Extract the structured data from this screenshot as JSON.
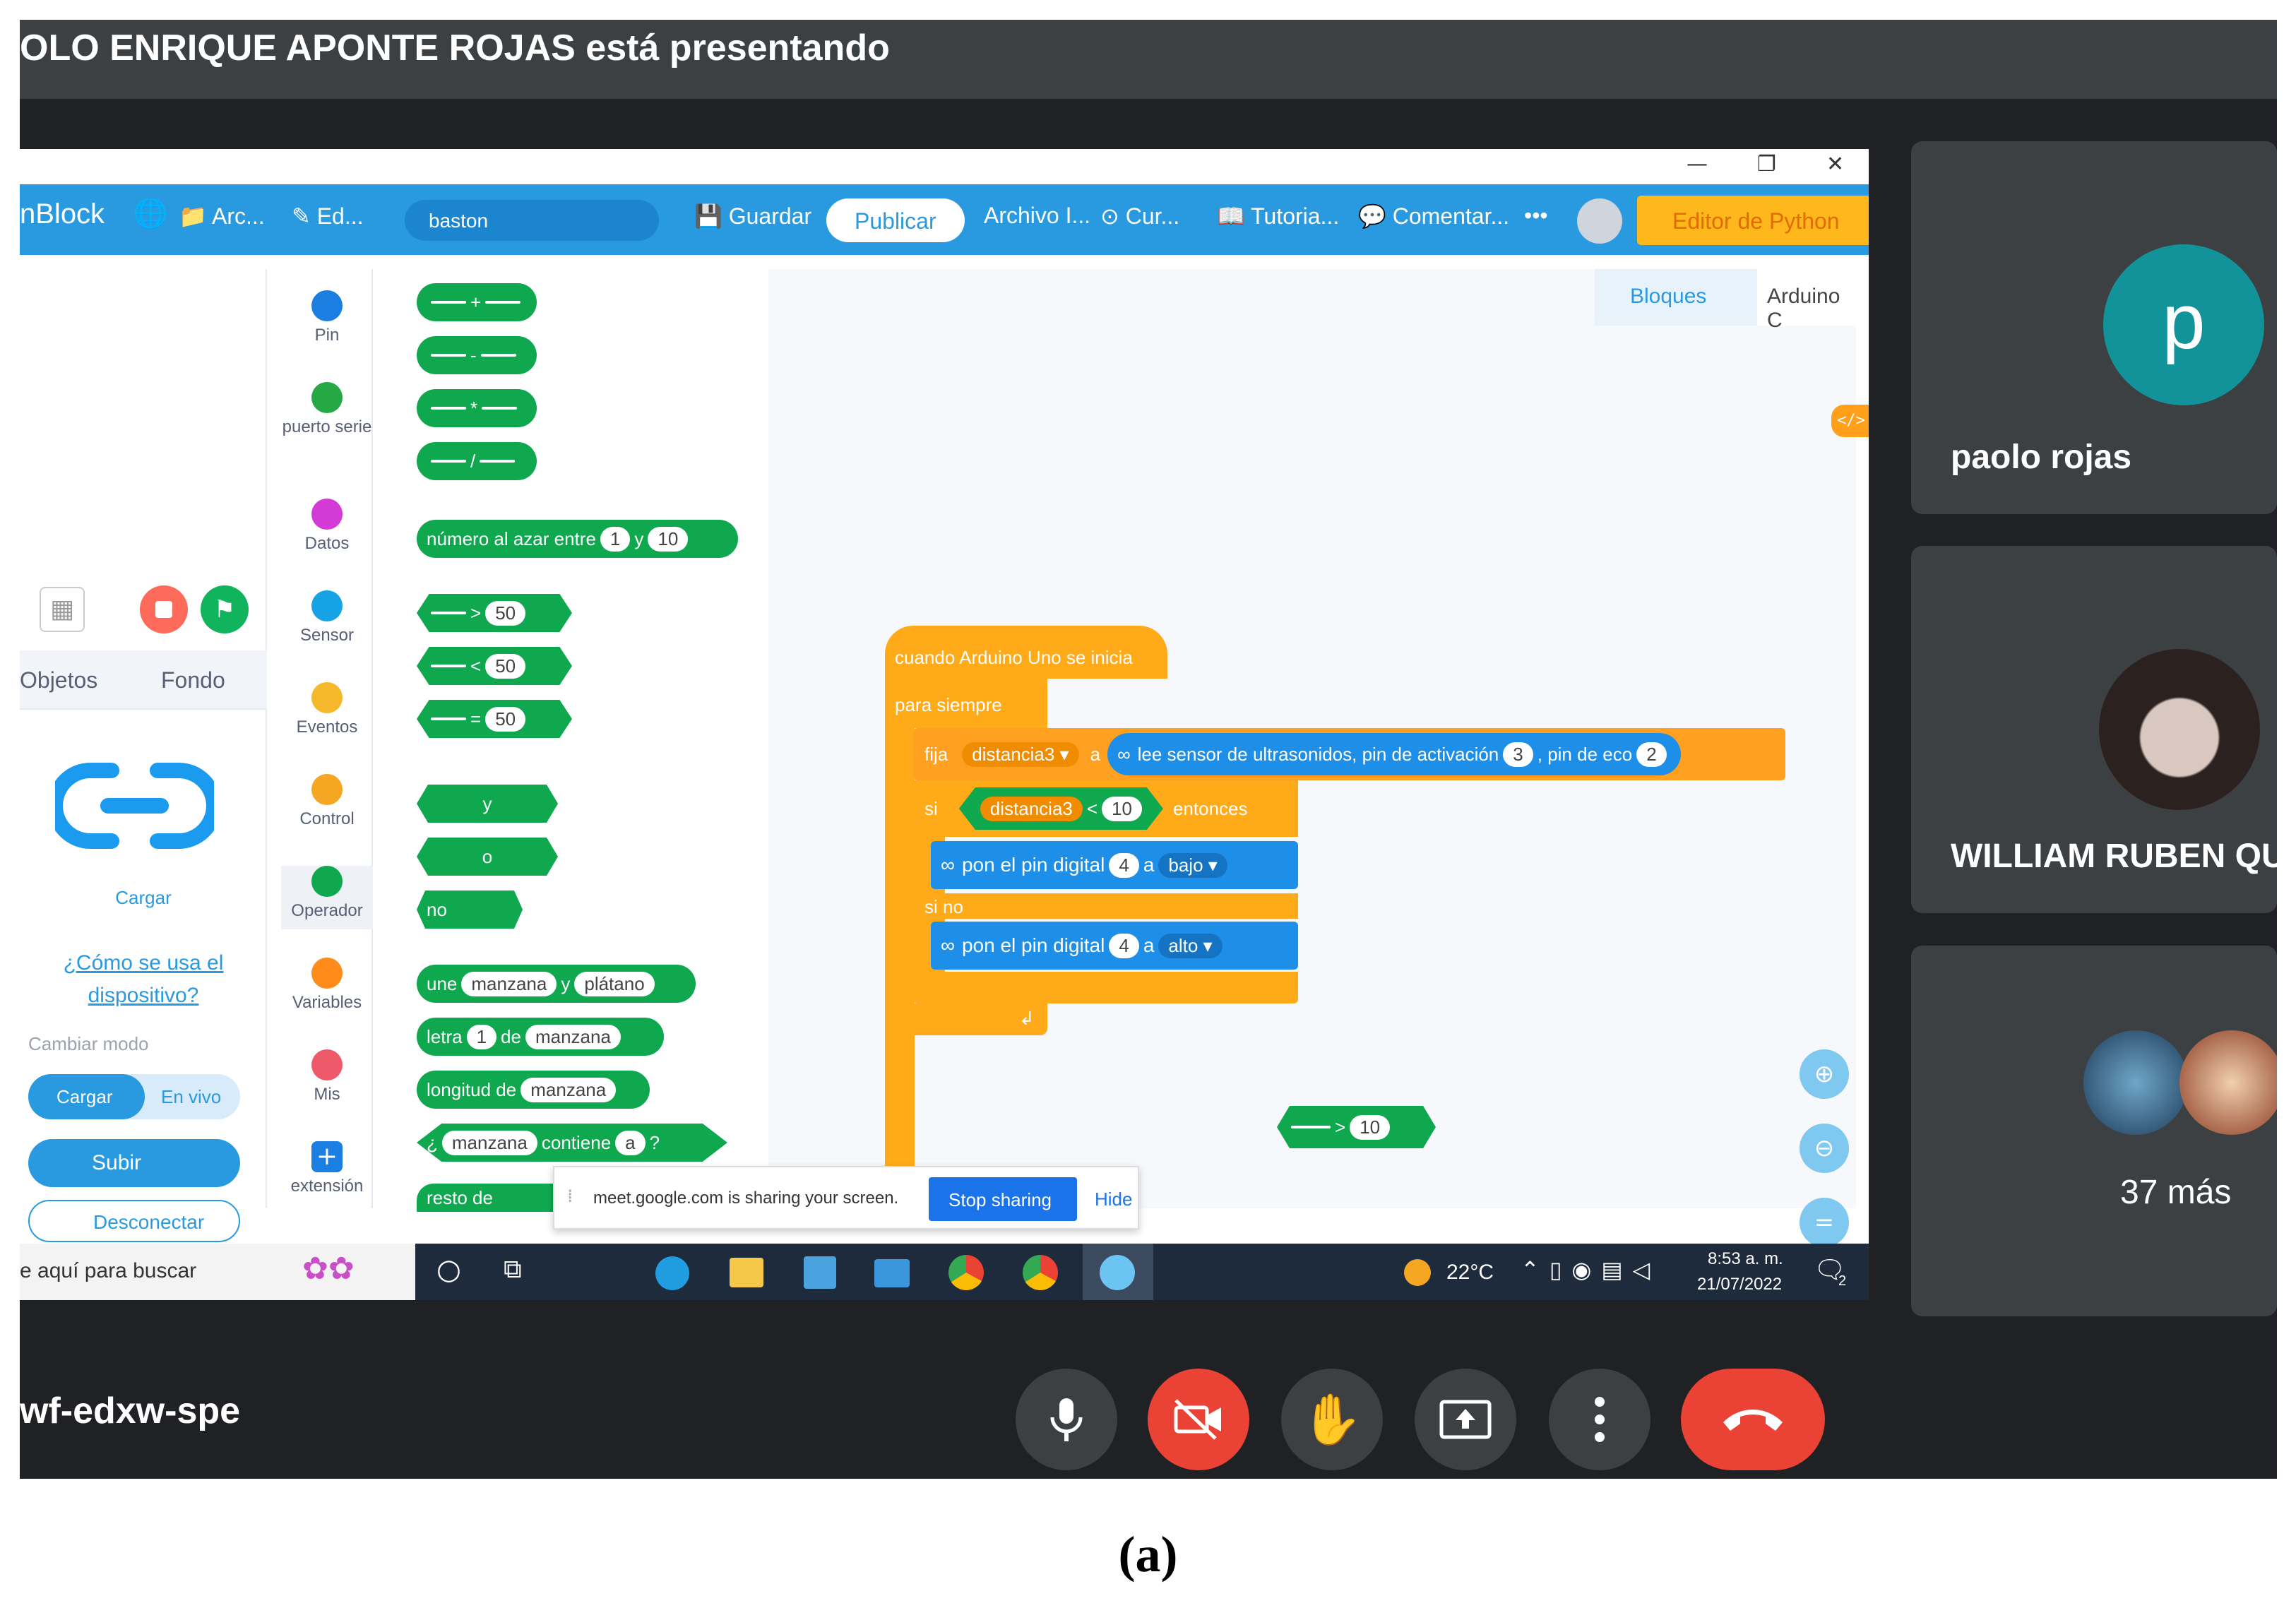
{
  "meet": {
    "presenting_banner": "OLO ENRIQUE APONTE ROJAS está presentando",
    "meeting_code": "wf-edxw-spe",
    "tiles": [
      {
        "avatar_letter": "p",
        "name": "paolo rojas",
        "avatar_color": "#12939a"
      },
      {
        "name": "WILLIAM RUBEN QU"
      },
      {
        "more": "37 más"
      }
    ],
    "controls": [
      "mic-icon",
      "camera-off-icon",
      "raise-hand-icon",
      "present-icon",
      "more-icon",
      "leave-call-icon"
    ],
    "leave_color": "#ea4335",
    "camera_off_color": "#ea4335"
  },
  "window": {
    "minimize": "—",
    "restore": "❐",
    "close": "✕"
  },
  "mblock": {
    "app_name": "nBlock",
    "menu": {
      "file": "Arc...",
      "edit": "Ed...",
      "project_name": "baston",
      "save": "Guardar",
      "publish": "Publicar",
      "archive": "Archivo I...",
      "courses": "Cur...",
      "tutorials": "Tutoria...",
      "comments": "Comentar...",
      "more": "•••",
      "python_editor": "Editor de Python"
    },
    "accent": "#2a9ae0",
    "tabs": {
      "objects": "Objetos",
      "background": "Fondo"
    },
    "device": {
      "upload_label": "Cargar",
      "help_link": "¿Cómo se usa el dispositivo?",
      "mode_label": "Cambiar modo",
      "mode_upload": "Cargar",
      "mode_live": "En vivo",
      "upload_button": "Subir",
      "disconnect": "Desconectar"
    },
    "categories": [
      {
        "label": "Pin",
        "color": "#1a7fe0"
      },
      {
        "label": "puerto serie",
        "color": "#26a845"
      },
      {
        "label": "Datos",
        "color": "#d43bd6"
      },
      {
        "label": "Sensor",
        "color": "#15a3e6"
      },
      {
        "label": "Eventos",
        "color": "#f5b82a"
      },
      {
        "label": "Control",
        "color": "#f5a623"
      },
      {
        "label": "Operador",
        "color": "#0fa84f"
      },
      {
        "label": "Variables",
        "color": "#ff8c1a"
      },
      {
        "label": "Mis",
        "color": "#ef5a6b"
      },
      {
        "label": "extensión",
        "color": "#1a7fe0"
      }
    ],
    "palette": {
      "ops": [
        "+",
        "-",
        "*",
        "/"
      ],
      "random": {
        "label": "número al azar entre",
        "from": "1",
        "and": "y",
        "to": "10"
      },
      "compare": [
        {
          "op": ">",
          "val": "50"
        },
        {
          "op": "<",
          "val": "50"
        },
        {
          "op": "=",
          "val": "50"
        }
      ],
      "logic": [
        "y",
        "o",
        "no"
      ],
      "join": {
        "label": "une",
        "a": "manzana",
        "y": "y",
        "b": "plátano"
      },
      "letter": {
        "label": "letra",
        "n": "1",
        "de": "de",
        "s": "manzana"
      },
      "length": {
        "label": "longitud de",
        "s": "manzana"
      },
      "contains": {
        "q": "¿",
        "s": "manzana",
        "label": "contiene",
        "c": "a",
        "end": "?"
      },
      "mod": "resto de"
    },
    "canvas_tabs": {
      "blocks": "Bloques",
      "arduino": "Arduino C"
    },
    "code_toggle": "</>",
    "script": {
      "hat": "cuando Arduino Uno se inicia",
      "forever": "para siempre",
      "set_kw": "fija",
      "var": "distancia3 ▾",
      "to": "a",
      "sensor": "lee sensor de ultrasonidos, pin de activación",
      "trig": "3",
      "echo_label": ", pin de eco",
      "echo": "2",
      "if": "si",
      "cond_var": "distancia3",
      "cond_op": "<",
      "cond_val": "10",
      "then": "entonces",
      "digital_label": "pon el pin digital",
      "pin": "4",
      "a": "a",
      "low": "bajo ▾",
      "else": "si no",
      "high": "alto ▾",
      "loop_arrow": "↲"
    },
    "loose_block": {
      "op": ">",
      "val": "10"
    },
    "share_notice": {
      "text": "meet.google.com is sharing your screen.",
      "stop": "Stop sharing",
      "hide": "Hide"
    }
  },
  "taskbar": {
    "search": "e aquí para buscar",
    "weather": "22°C",
    "time": "8:53 a. m.",
    "date": "21/07/2022",
    "notif_count": "2"
  },
  "caption": "(a)"
}
